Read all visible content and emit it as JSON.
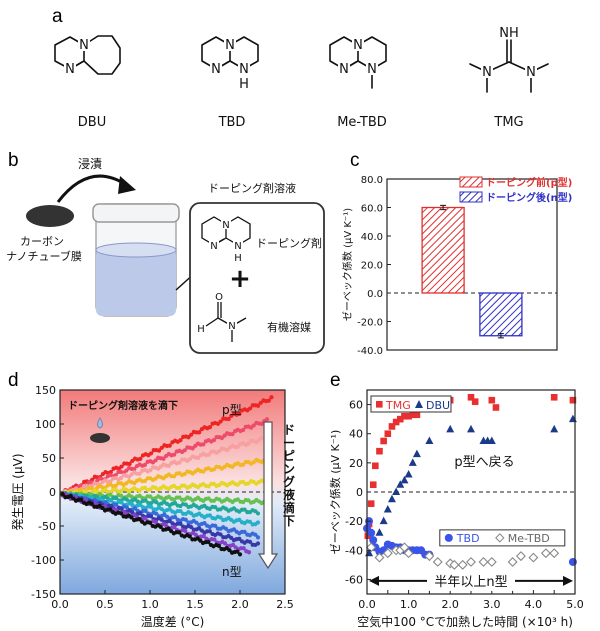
{
  "panels": {
    "a": {
      "label": "a",
      "molecules": [
        "DBU",
        "TBD",
        "Me-TBD",
        "TMG"
      ],
      "atoms": {
        "N": "N",
        "H": "H",
        "NH": "NH"
      }
    },
    "b": {
      "label": "b",
      "dip": "浸漬",
      "film": "カーボン\nナノチューブ膜",
      "solution_title": "ドーピング剤溶液",
      "dopant": "ドーピング剤",
      "solvent": "有機溶媒",
      "plus": "+"
    },
    "c": {
      "label": "c"
    },
    "d": {
      "label": "d",
      "drop_label": "ドーピング剤溶液を滴下",
      "p_type": "p型",
      "n_type": "n型",
      "arrow_label": "ドーピング液滴下"
    },
    "e": {
      "label": "e",
      "p_return": "p型へ戻る",
      "n_duration": "半年以上n型"
    }
  },
  "chart_data": [
    {
      "id": "c",
      "type": "bar",
      "categories": [
        "ドーピング前(p型)",
        "ドーピング後(n型)"
      ],
      "values": [
        60,
        -30
      ],
      "errors": [
        1.5,
        1.5
      ],
      "ylabel": "ゼーベック係数 (μV K⁻¹)",
      "ylim": [
        -40,
        80
      ],
      "yticks": [
        -40,
        -20,
        0,
        20,
        40,
        60,
        80
      ],
      "legend": [
        "ドーピング前(p型)",
        "ドーピング後(n型)"
      ],
      "legend_position": "top-right",
      "colors": [
        "#e03030",
        "#3030c8"
      ]
    },
    {
      "id": "d",
      "type": "scatter",
      "xlabel": "温度差 (°C)",
      "ylabel": "発生電圧 (μV)",
      "xlim": [
        0,
        2.5
      ],
      "ylim": [
        -150,
        150
      ],
      "xticks": [
        0.0,
        0.5,
        1.0,
        1.5,
        2.0,
        2.5
      ],
      "yticks": [
        -150,
        -100,
        -50,
        0,
        50,
        100,
        150
      ],
      "series": [
        {
          "slope": 60,
          "xmax": 2.35,
          "color": "#ee2525"
        },
        {
          "slope": 47,
          "xmax": 2.3,
          "color": "#f04a6a"
        },
        {
          "slope": 36,
          "xmax": 2.3,
          "color": "#f8a0a0"
        },
        {
          "slope": 22,
          "xmax": 2.3,
          "color": "#f2b824"
        },
        {
          "slope": 8,
          "xmax": 2.3,
          "color": "#e6d62a"
        },
        {
          "slope": -5,
          "xmax": 2.3,
          "color": "#68c050"
        },
        {
          "slope": -12,
          "xmax": 2.2,
          "color": "#22a898"
        },
        {
          "slope": -20,
          "xmax": 2.2,
          "color": "#25b0c8"
        },
        {
          "slope": -28,
          "xmax": 2.2,
          "color": "#3a6ad8"
        },
        {
          "slope": -34,
          "xmax": 2.2,
          "color": "#3838a8"
        },
        {
          "slope": -40,
          "xmax": 2.1,
          "color": "#8840c8"
        },
        {
          "slope": -44,
          "xmax": 2.0,
          "color": "#111111"
        }
      ]
    },
    {
      "id": "e",
      "type": "scatter",
      "xlabel": "空気中100 °Cで加熱した時間 (×10³ h)",
      "ylabel": "ゼーベック係数 (μV K⁻¹)",
      "xlim": [
        0,
        5.0
      ],
      "ylim": [
        -70,
        70
      ],
      "xticks": [
        0.0,
        0.5,
        1.0,
        1.5,
        2.0,
        2.5,
        3.0,
        3.5,
        4.0,
        4.5,
        5.0
      ],
      "yticks": [
        -60,
        -40,
        -20,
        0,
        20,
        40,
        60
      ],
      "legend_position": "top-left / bottom-right",
      "series": [
        {
          "name": "TMG",
          "marker": "square",
          "color": "#e83030",
          "x": [
            0.02,
            0.05,
            0.1,
            0.15,
            0.2,
            0.3,
            0.4,
            0.5,
            0.6,
            0.7,
            0.8,
            0.9,
            1.0,
            1.1,
            1.2,
            1.5,
            2.0,
            2.5,
            2.6,
            3.0,
            3.1,
            4.5,
            4.95
          ],
          "y": [
            -30,
            -22,
            -8,
            5,
            18,
            28,
            35,
            40,
            45,
            48,
            50,
            52,
            52,
            53,
            53,
            63,
            63,
            65,
            62,
            63,
            58,
            65,
            63
          ]
        },
        {
          "name": "DBU",
          "marker": "triangle",
          "color": "#1a3a8a",
          "x": [
            0.05,
            0.15,
            0.3,
            0.4,
            0.5,
            0.6,
            0.7,
            0.8,
            0.9,
            1.0,
            1.1,
            1.2,
            1.5,
            2.0,
            2.5,
            2.8,
            2.9,
            3.0,
            4.5,
            4.95
          ],
          "y": [
            -42,
            -38,
            -28,
            -20,
            -12,
            -5,
            0,
            5,
            8,
            12,
            20,
            26,
            35,
            43,
            43,
            35,
            35,
            35,
            43,
            50
          ]
        },
        {
          "name": "TBD",
          "marker": "circle",
          "color": "#3a54e8",
          "x": [
            0.0,
            0.05,
            0.1,
            0.15,
            0.2,
            0.3,
            0.4,
            0.5,
            0.6,
            0.7,
            0.8,
            0.9,
            1.0,
            1.1,
            1.2,
            1.3,
            1.4,
            1.5,
            4.95
          ],
          "y": [
            -25,
            -20,
            -28,
            -33,
            -38,
            -41,
            -40,
            -36,
            -37,
            -38,
            -38,
            -40,
            -40,
            -40,
            -40,
            -40,
            -43,
            -43,
            -48
          ]
        },
        {
          "name": "Me-TBD",
          "marker": "diamond",
          "color": "#888888",
          "x": [
            0.1,
            0.3,
            0.5,
            0.7,
            0.8,
            0.9,
            1.0,
            1.5,
            1.7,
            2.0,
            2.1,
            2.3,
            2.5,
            2.8,
            3.0,
            3.5,
            3.7,
            4.0,
            4.3,
            4.5
          ],
          "y": [
            -38,
            -45,
            -42,
            -40,
            -40,
            -38,
            -42,
            -44,
            -48,
            -49,
            -50,
            -50,
            -48,
            -48,
            -48,
            -48,
            -44,
            -45,
            -42,
            -42
          ]
        }
      ]
    }
  ]
}
